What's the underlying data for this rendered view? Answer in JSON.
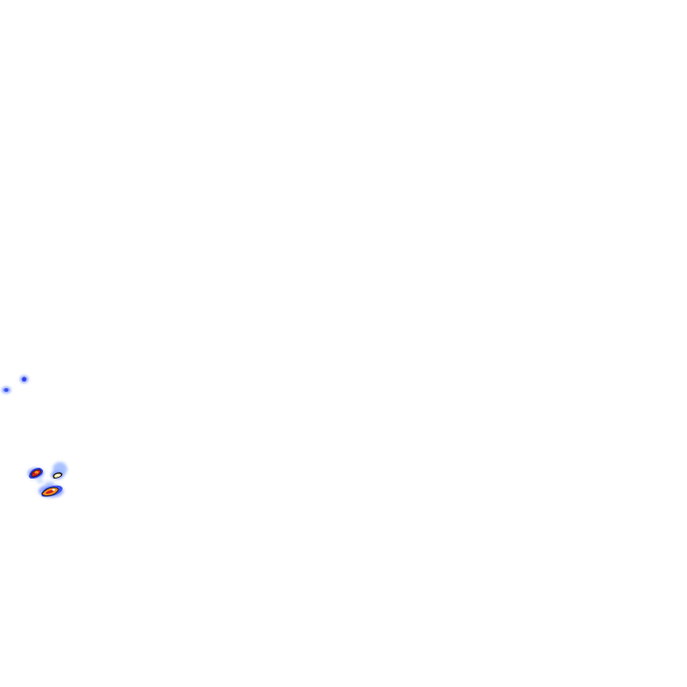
{
  "map": {
    "type": "precipitation-radar-tile",
    "background_color": "#ffffff",
    "palette": {
      "light_blue": "#9ab8ff",
      "blue": "#4a6cff",
      "deep_blue": "#2f3bd6",
      "orange": "#ff8a1e",
      "red": "#c8201c",
      "white_core": "#ffffff",
      "outline": "#1a1a1a"
    },
    "features": [
      {
        "name": "radar-echo-small-west",
        "intensity": "light"
      },
      {
        "name": "radar-echo-small-northwest",
        "intensity": "light"
      },
      {
        "name": "radar-echo-cell-west",
        "intensity": "heavy"
      },
      {
        "name": "radar-echo-cell-center",
        "intensity": "moderate"
      },
      {
        "name": "radar-echo-cell-south",
        "intensity": "heavy"
      },
      {
        "name": "radar-echo-light-east",
        "intensity": "light"
      }
    ]
  }
}
